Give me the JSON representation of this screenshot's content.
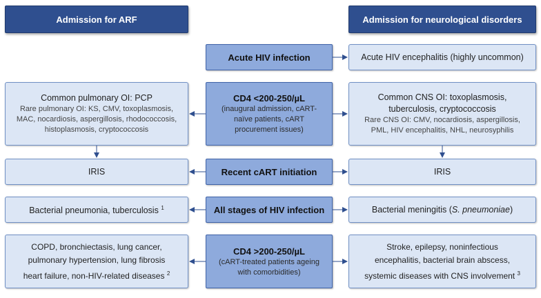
{
  "headers": {
    "left": "Admission for ARF",
    "right": "Admission for neurological disorders"
  },
  "rows": {
    "acute": {
      "center": "Acute HIV  infection",
      "right": "Acute HIV encephalitis (highly uncommon)"
    },
    "cd4_low": {
      "center_title": "CD4 <200-250/µL",
      "center_lines": [
        "(inaugural admission, cART-",
        "naïve patients, cART",
        "procurement issues)"
      ],
      "left_title": "Common pulmonary OI: PCP",
      "left_lines": [
        "Rare pulmonary OI: KS, CMV, toxoplasmosis,",
        "MAC, nocardiosis, aspergillosis, rhodococcosis,",
        "histoplasmosis, cryptococcosis"
      ],
      "right_title_lines": [
        "Common CNS OI: toxoplasmosis,",
        "tuberculosis, cryptococcosis"
      ],
      "right_lines": [
        "Rare CNS OI: CMV, nocardiosis, aspergillosis,",
        "PML, HIV encephalitis, NHL, neurosyphilis"
      ]
    },
    "cart": {
      "center": "Recent cART initiation",
      "left": "IRIS",
      "right": "IRIS"
    },
    "all_stages": {
      "center": "All stages of HIV infection",
      "left": "Bacterial pneumonia,  tuberculosis",
      "left_note": "1",
      "right_pre": "Bacterial meningitis (",
      "right_italic": "S. pneumoniae",
      "right_post": ")"
    },
    "cd4_high": {
      "center_title": "CD4 >200-250/µL",
      "center_lines": [
        "(cART-treated patients ageing",
        "with comorbidities)"
      ],
      "left_lines": [
        "COPD, bronchiectasis, lung cancer,",
        "pulmonary hypertension, lung fibrosis",
        "heart failure, non-HIV-related diseases"
      ],
      "left_note": "2",
      "right_lines": [
        "Stroke, epilepsy, noninfectious",
        "encephalitis, bacterial brain abscess,",
        "systemic diseases with CNS involvement"
      ],
      "right_note": "3"
    }
  },
  "colors": {
    "header": "#2f4f8f",
    "center": "#8eaadc",
    "side": "#dce6f5",
    "arrow": "#2f4f8f"
  }
}
